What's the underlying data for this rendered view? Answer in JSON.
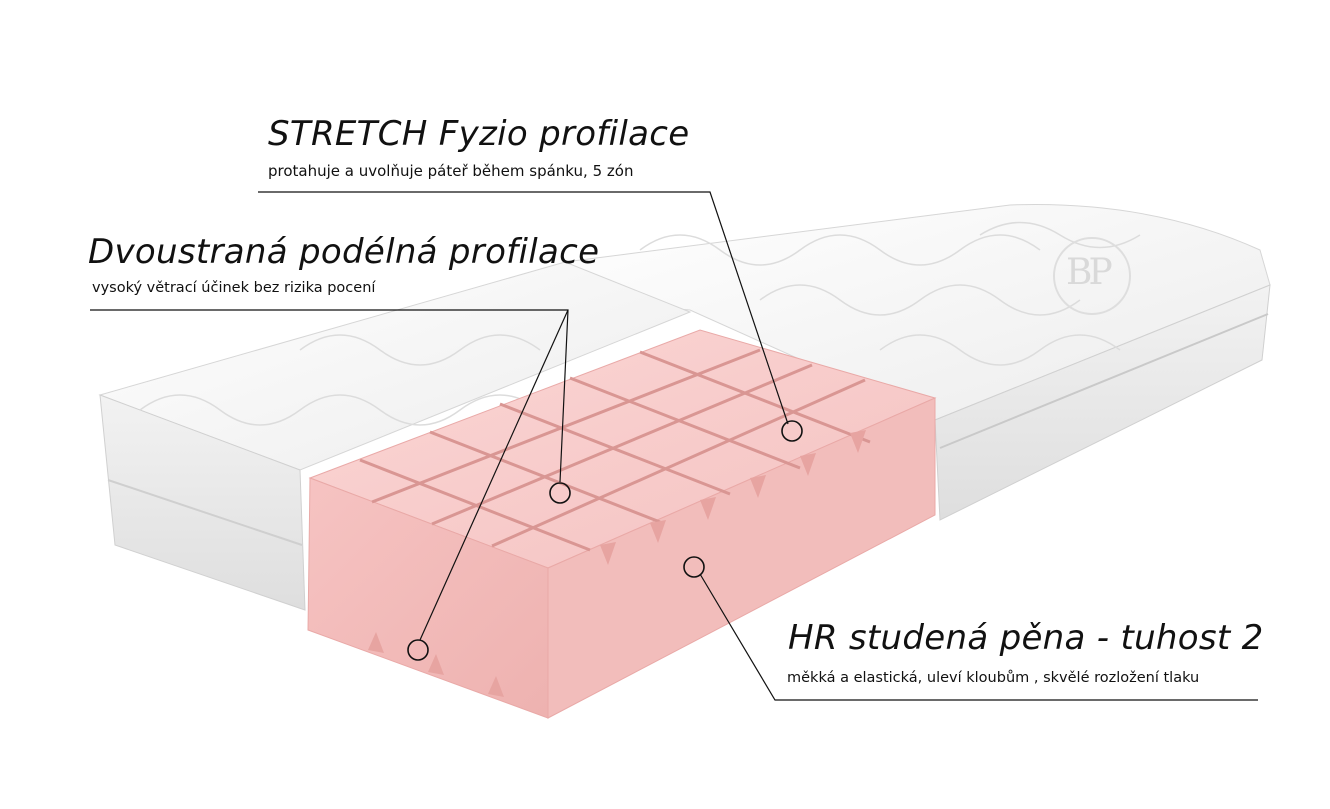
{
  "callouts": [
    {
      "title": "STRETCH Fyzio profilace",
      "subtitle": "protahuje a uvolňuje páteř během spánku, 5 zón"
    },
    {
      "title": "Dvoustraná podélná profilace",
      "subtitle": "vysoký větrací účinek bez rizika pocení"
    },
    {
      "title": "HR studená pěna - tuhost 2",
      "subtitle": "měkká a elastická, uleví kloubům , skvělé rozložení tlaku"
    }
  ],
  "logo": {
    "text": "BP"
  },
  "colors": {
    "foam": "#f7c9c9",
    "foam_dark": "#efb0ad",
    "cover": "#f3f3f3",
    "leader_line": "#111111"
  }
}
